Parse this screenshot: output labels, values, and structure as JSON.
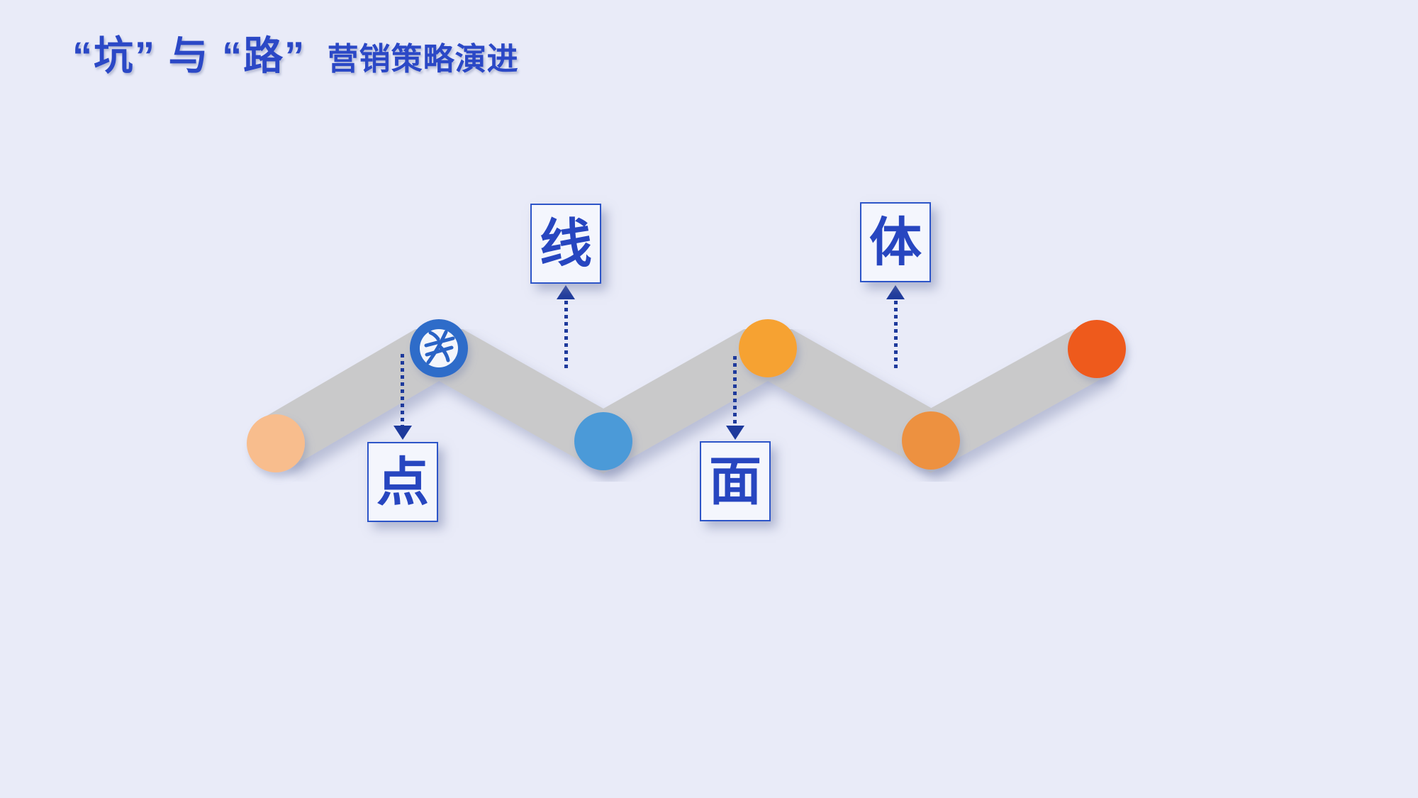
{
  "title": {
    "emphasis": "“坑” 与 “路”",
    "subtitle": "营销策略演进"
  },
  "theme": {
    "bg": "#e9ebf8",
    "title-blue": "#2b48c6",
    "label-blue": "#2746c0",
    "border-blue": "#2d55c8",
    "arrow-navy": "#1e3a9c",
    "ribbon-gray": "#c9c9ca",
    "box-bg": "#f4f6fd",
    "badge-blue": "#2e6cc9",
    "badge-inner": "#f4f6fb",
    "badge-glyph": "#2a63c5"
  },
  "diagram": {
    "stages": [
      {
        "label": "点",
        "position": "below"
      },
      {
        "label": "线",
        "position": "above"
      },
      {
        "label": "面",
        "position": "below"
      },
      {
        "label": "体",
        "position": "above"
      }
    ],
    "nodes": [
      {
        "name": "start-node",
        "color": "#f8bd8d"
      },
      {
        "name": "peak-1-badge-node",
        "color": "#2e6cc9"
      },
      {
        "name": "valley-1-node",
        "color": "#4c9ad8"
      },
      {
        "name": "peak-2-node",
        "color": "#f6a233"
      },
      {
        "name": "valley-2-node",
        "color": "#ed9141"
      },
      {
        "name": "end-node",
        "color": "#ee5a1e"
      }
    ]
  }
}
